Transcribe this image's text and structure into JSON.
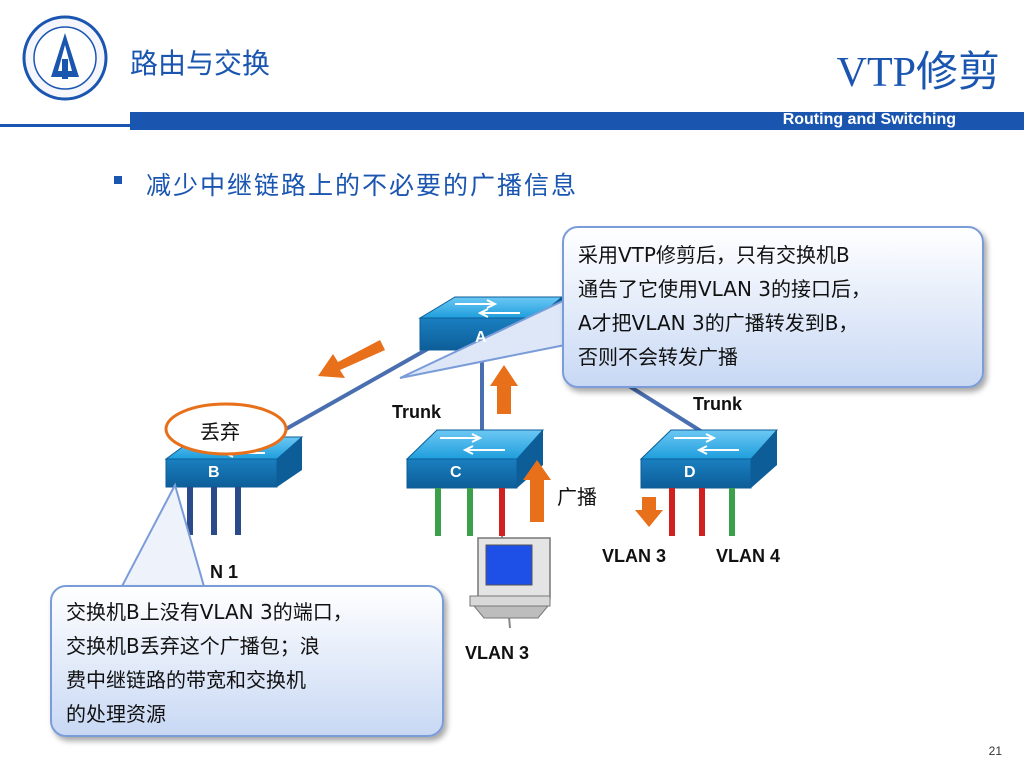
{
  "header": {
    "course_title": "路由与交换",
    "slide_title": "VTP修剪",
    "english_subtitle": "Routing and Switching",
    "logo_icon": "university-seal-icon"
  },
  "bullet": {
    "text": "减少中继链路上的不必要的广播信息"
  },
  "diagram": {
    "switches": [
      {
        "id": "A",
        "label": "A"
      },
      {
        "id": "B",
        "label": "B"
      },
      {
        "id": "C",
        "label": "C"
      },
      {
        "id": "D",
        "label": "D"
      }
    ],
    "trunk_label_left": "Trunk",
    "trunk_label_right": "Trunk",
    "discard_label": "丢弃",
    "broadcast_label": "广播",
    "vlan_labels": {
      "b_vlan1": "N 1",
      "d_vlan3": "VLAN 3",
      "d_vlan4": "VLAN 4",
      "pc_vlan3": "VLAN 3"
    },
    "colors": {
      "switch_blue": "#1ea0e0",
      "trunk_line": "#4a6fb0",
      "arrow_orange": "#e8701a",
      "port_green": "#3aa04a",
      "port_red": "#d02020",
      "port_navy": "#2a4a8a",
      "title_blue": "#1a55b0"
    }
  },
  "callouts": {
    "top": [
      "采用VTP修剪后，只有交换机B",
      "通告了它使用VLAN 3的接口后，",
      "A才把VLAN 3的广播转发到B，",
      "否则不会转发广播"
    ],
    "bottom": [
      "交换机B上没有VLAN 3的端口，",
      "交换机B丢弃这个广播包；浪",
      "费中继链路的带宽和交换机",
      "的处理资源"
    ]
  },
  "page_number": "21"
}
